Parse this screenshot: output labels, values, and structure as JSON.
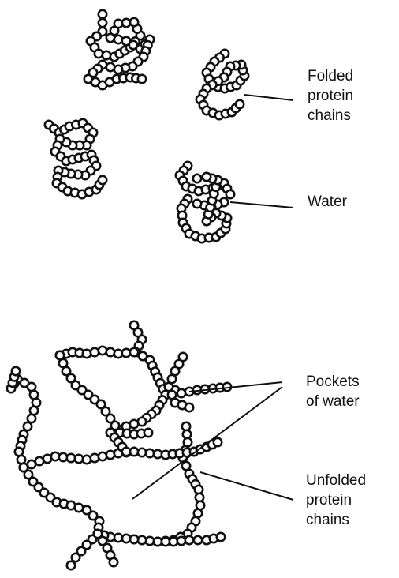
{
  "labels": {
    "folded": [
      "Folded",
      "protein",
      "chains"
    ],
    "water": [
      "Water"
    ],
    "pockets": [
      "Pockets",
      "of water"
    ],
    "unfolded": [
      "Unfolded",
      "protein",
      "chains"
    ]
  }
}
